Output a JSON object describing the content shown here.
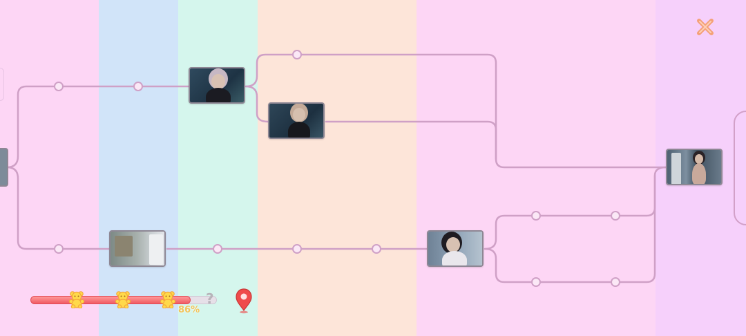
{
  "progress": {
    "fraction": 0.86,
    "percent_label": "86%",
    "unknown_marker": "?"
  },
  "icons": {
    "close": "close-x-icon",
    "milestone": "teddy-bear-icon",
    "location": "map-pin-icon"
  },
  "colors": {
    "band_pink": "#fdd6f5",
    "band_blue": "#d1e4f9",
    "band_mint": "#d5f6ed",
    "band_peach": "#fde5d9",
    "band_lilac": "#f6d0fb",
    "path_line": "#cfa0c6",
    "progress_fill": "#f05a63",
    "close_icon": "#f4a178",
    "pin": "#ef4b4b",
    "percent_text": "#f2c45a"
  },
  "map": {
    "nodes": [
      "story-node-1",
      "story-node-2",
      "story-node-3",
      "story-node-4",
      "story-node-5"
    ]
  }
}
